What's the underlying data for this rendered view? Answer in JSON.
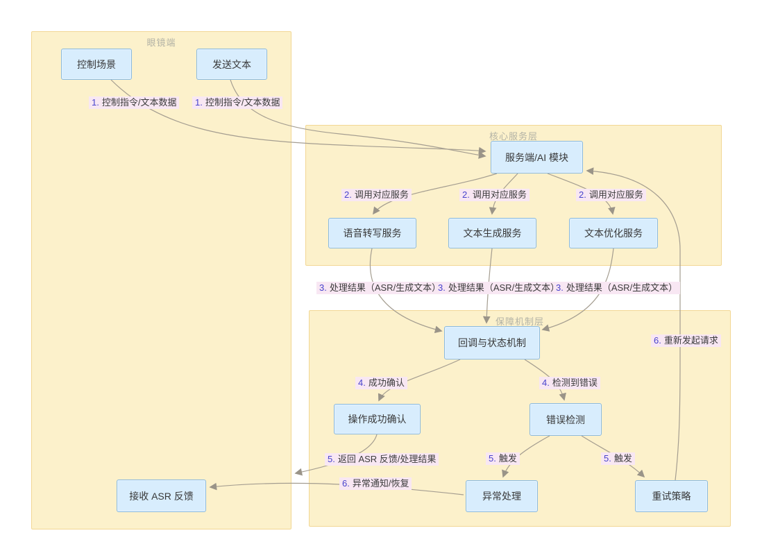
{
  "diagram": {
    "groups": {
      "glasses": {
        "title": "眼镜端"
      },
      "core": {
        "title": "核心服务层"
      },
      "safeguard": {
        "title": "保障机制层"
      }
    },
    "nodes": {
      "control_scene": {
        "label": "控制场景"
      },
      "send_text": {
        "label": "发送文本"
      },
      "ai_module": {
        "label": "服务端/AI 模块"
      },
      "asr_service": {
        "label": "语音转写服务"
      },
      "textgen_service": {
        "label": "文本生成服务"
      },
      "textopt_service": {
        "label": "文本优化服务"
      },
      "callback": {
        "label": "回调与状态机制"
      },
      "success_confirm": {
        "label": "操作成功确认"
      },
      "error_detect": {
        "label": "错误检测"
      },
      "exception_handle": {
        "label": "异常处理"
      },
      "retry_strategy": {
        "label": "重试策略"
      },
      "receive_asr": {
        "label": "接收 ASR 反馈"
      }
    },
    "edge_labels": [
      {
        "num": "1.",
        "text": "控制指令/文本数据"
      },
      {
        "num": "1.",
        "text": "控制指令/文本数据"
      },
      {
        "num": "2.",
        "text": "调用对应服务"
      },
      {
        "num": "2.",
        "text": "调用对应服务"
      },
      {
        "num": "2.",
        "text": "调用对应服务"
      },
      {
        "num": "3.",
        "text": "处理结果（ASR/生成文本）"
      },
      {
        "num": "3.",
        "text": "处理结果（ASR/生成文本）"
      },
      {
        "num": "3.",
        "text": "处理结果（ASR/生成文本）"
      },
      {
        "num": "4.",
        "text": "成功确认"
      },
      {
        "num": "4.",
        "text": "检测到错误"
      },
      {
        "num": "5.",
        "text": "返回 ASR 反馈/处理结果"
      },
      {
        "num": "5.",
        "text": "触发"
      },
      {
        "num": "5.",
        "text": "触发"
      },
      {
        "num": "6.",
        "text": "异常通知/恢复"
      },
      {
        "num": "6.",
        "text": "重新发起请求"
      }
    ],
    "edges": [
      {
        "from": "control_scene",
        "to": "ai_module",
        "label_index": 0
      },
      {
        "from": "send_text",
        "to": "ai_module",
        "label_index": 1
      },
      {
        "from": "ai_module",
        "to": "asr_service",
        "label_index": 2
      },
      {
        "from": "ai_module",
        "to": "textgen_service",
        "label_index": 3
      },
      {
        "from": "ai_module",
        "to": "textopt_service",
        "label_index": 4
      },
      {
        "from": "asr_service",
        "to": "callback",
        "label_index": 5
      },
      {
        "from": "textgen_service",
        "to": "callback",
        "label_index": 6
      },
      {
        "from": "textopt_service",
        "to": "callback",
        "label_index": 7
      },
      {
        "from": "callback",
        "to": "success_confirm",
        "label_index": 8
      },
      {
        "from": "callback",
        "to": "error_detect",
        "label_index": 9
      },
      {
        "from": "success_confirm",
        "to": "receive_asr",
        "label_index": 10
      },
      {
        "from": "error_detect",
        "to": "exception_handle",
        "label_index": 11
      },
      {
        "from": "error_detect",
        "to": "retry_strategy",
        "label_index": 12
      },
      {
        "from": "exception_handle",
        "to": "receive_asr",
        "label_index": 13
      },
      {
        "from": "retry_strategy",
        "to": "ai_module",
        "label_index": 14
      }
    ],
    "colors": {
      "group_fill": "#fcf1cb",
      "group_border": "#f2d794",
      "group_title": "#b3b3a6",
      "node_fill": "#d8edfd",
      "node_border": "#8ab9dd",
      "label_bg": "#f8e7f3",
      "label_number": "#4843cd",
      "edge_stroke": "#a49d90"
    }
  }
}
